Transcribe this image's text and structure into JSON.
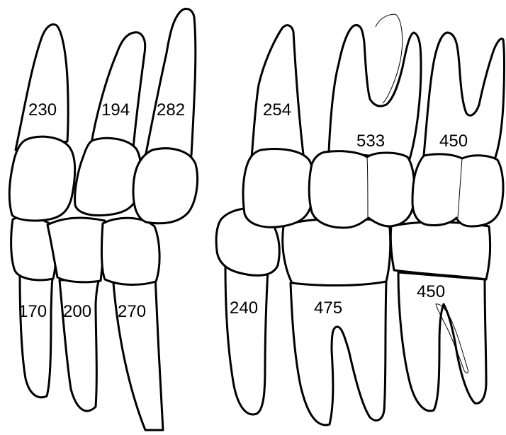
{
  "labels": {
    "upper_canine": "230",
    "upper_first_premolar": "194",
    "upper_second_premolar": "282",
    "upper_lateral": "254",
    "upper_first_molar": "533",
    "upper_second_molar": "450",
    "lower_canine": "170",
    "lower_first_premolar": "200",
    "lower_second_premolar": "270",
    "lower_lateral": "240",
    "lower_first_molar": "475",
    "lower_second_molar": "450"
  },
  "colors": {
    "stroke": "#000000",
    "fill": "#ffffff"
  }
}
